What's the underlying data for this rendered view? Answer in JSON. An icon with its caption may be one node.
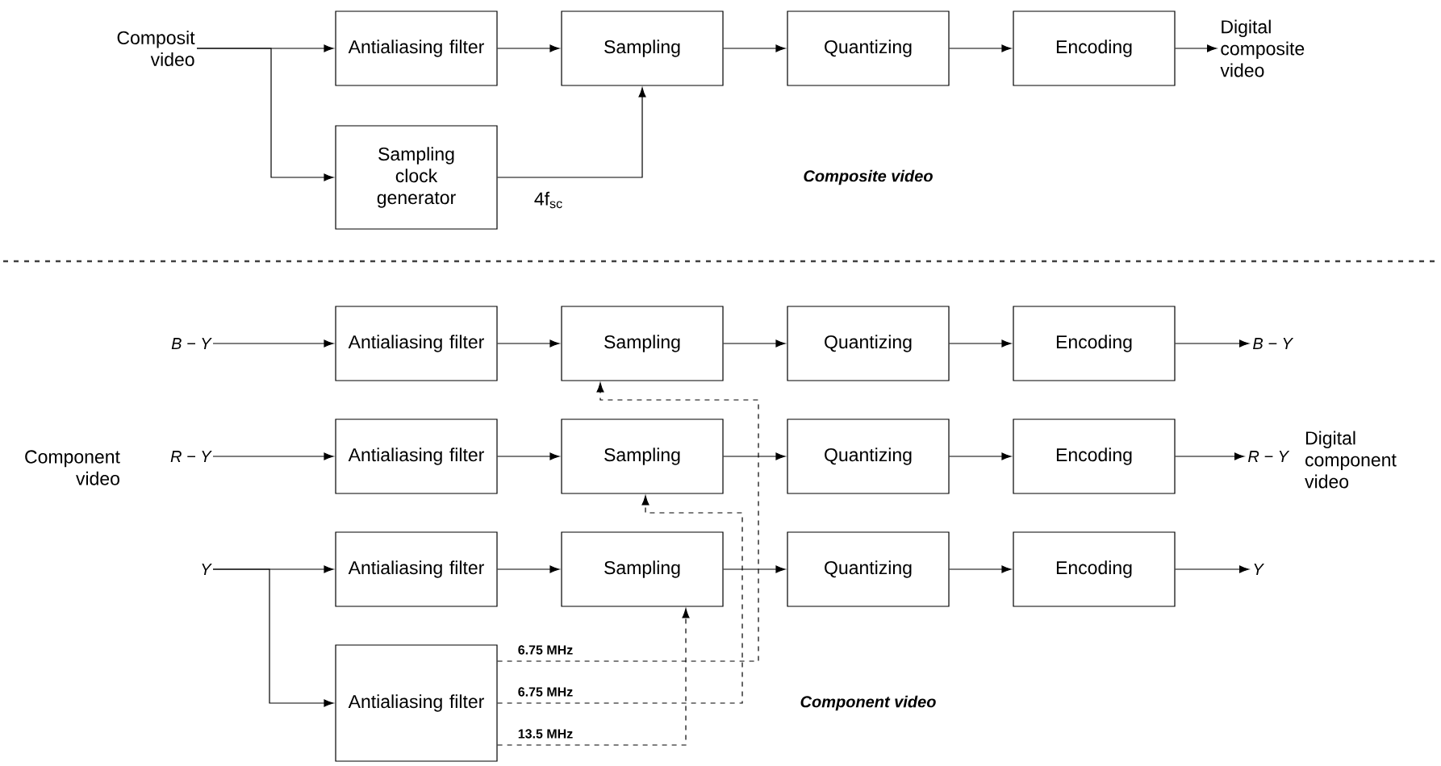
{
  "diagram": {
    "nodes": [
      {
        "text": [
          "Composit video"
        ]
      },
      {
        "text": [
          "Antialiasing filter"
        ]
      },
      {
        "text": [
          "Sampling"
        ]
      },
      {
        "text": [
          "Quantizing"
        ]
      },
      {
        "text": [
          "Encoding"
        ]
      },
      {
        "text": [
          "Digital composite video"
        ]
      },
      {
        "text": [
          "Sampling clock generator"
        ]
      },
      {
        "text": [
          "B − Y"
        ]
      },
      {
        "text": [
          "Antialiasing filter"
        ]
      },
      {
        "text": [
          "Sampling"
        ]
      },
      {
        "text": [
          "Quantizing"
        ]
      },
      {
        "text": [
          "Encoding"
        ]
      },
      {
        "text": [
          "B − Y"
        ]
      },
      {
        "text": [
          "R − Y"
        ]
      },
      {
        "text": [
          "Antialiasing filter"
        ]
      },
      {
        "text": [
          "Sampling"
        ]
      },
      {
        "text": [
          "Quantizing"
        ]
      },
      {
        "text": [
          "Encoding"
        ]
      },
      {
        "text": [
          "R − Y"
        ]
      },
      {
        "text": [
          "Y"
        ]
      },
      {
        "text": [
          "Antialiasing filter"
        ]
      },
      {
        "text": [
          "Sampling"
        ]
      },
      {
        "text": [
          "Quantizing"
        ]
      },
      {
        "text": [
          "Encoding"
        ]
      },
      {
        "text": [
          "Y"
        ]
      },
      {
        "text": [
          "Antialiasing filter"
        ]
      }
    ],
    "edges": [
      {
        "from": 0,
        "to": 1,
        "arrow": "to"
      },
      {
        "from": 0,
        "to": 6,
        "arrow": "to"
      },
      {
        "from": 1,
        "to": 2,
        "arrow": "to"
      },
      {
        "from": 6,
        "to": 2,
        "arrow": "to",
        "label": "4f$_{sc}$"
      },
      {
        "from": 2,
        "to": 3,
        "arrow": "to"
      },
      {
        "from": 3,
        "to": 4,
        "arrow": "to"
      },
      {
        "from": 4,
        "to": 5,
        "arrow": "to"
      },
      {
        "from": 7,
        "to": 8,
        "arrow": "to"
      },
      {
        "from": 8,
        "to": 9,
        "arrow": "to"
      },
      {
        "from": 9,
        "to": 10,
        "arrow": "to"
      },
      {
        "from": 10,
        "to": 11,
        "arrow": "to"
      },
      {
        "from": 11,
        "to": 12,
        "arrow": "to"
      },
      {
        "from": 13,
        "to": 14,
        "arrow": "to"
      },
      {
        "from": 14,
        "to": 15,
        "arrow": "to"
      },
      {
        "from": 15,
        "to": 16,
        "arrow": "to"
      },
      {
        "from": 16,
        "to": 17,
        "arrow": "to"
      },
      {
        "from": 17,
        "to": 18,
        "arrow": "to"
      },
      {
        "from": 19,
        "to": 20,
        "arrow": "to"
      },
      {
        "from": 19,
        "to": 25,
        "arrow": "to"
      },
      {
        "from": 20,
        "to": 21,
        "arrow": "to"
      },
      {
        "from": 21,
        "to": 22,
        "arrow": "to"
      },
      {
        "from": 22,
        "to": 23,
        "arrow": "to"
      },
      {
        "from": 23,
        "to": 24,
        "arrow": "to"
      },
      {
        "from": 25,
        "to": 9,
        "arrow": "to",
        "label": "6.75 MHz",
        "style": "dashed"
      },
      {
        "from": 25,
        "to": 15,
        "arrow": "to",
        "label": "6.75 MHz",
        "style": "dashed"
      },
      {
        "from": 25,
        "to": 21,
        "arrow": "to",
        "label": "13.5 MHz",
        "style": "dashed"
      }
    ],
    "labels": [
      "Composite video",
      "Component video",
      "Digital component video",
      "Component video"
    ]
  }
}
